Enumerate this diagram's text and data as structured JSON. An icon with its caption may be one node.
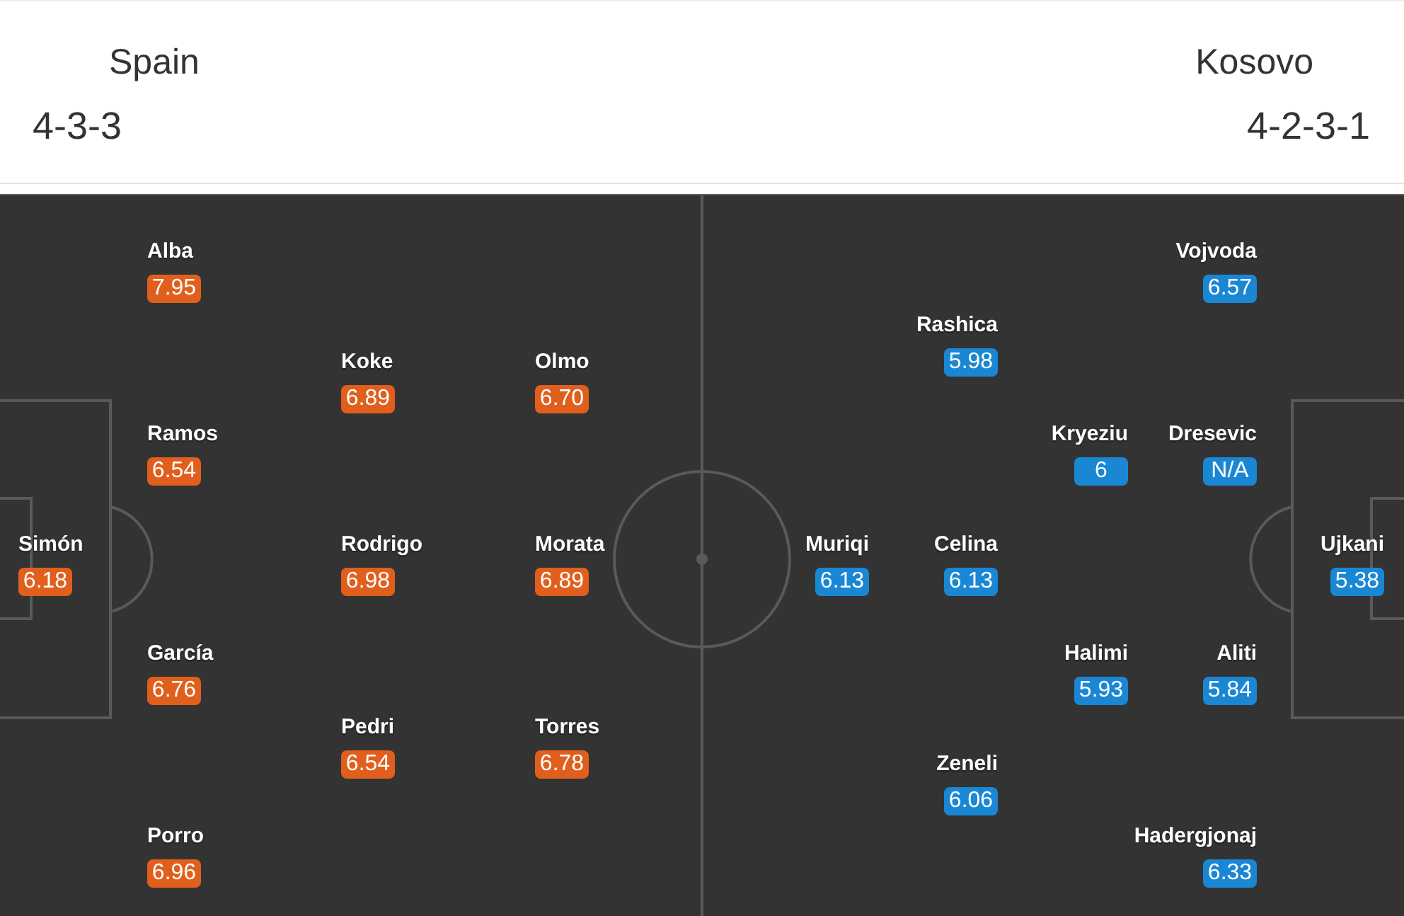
{
  "diagram": {
    "nodes": [
      {
        "text": [],
        "shape": "box"
      },
      {
        "text": [
          "Simón",
          "6.18"
        ],
        "in": 0
      },
      {
        "text": [
          "Alba",
          "7.95"
        ],
        "in": 0
      },
      {
        "text": [
          "Ramos",
          "6.54"
        ],
        "in": 0
      },
      {
        "text": [
          "García",
          "6.76"
        ],
        "in": 0
      },
      {
        "text": [
          "Porro",
          "6.96"
        ],
        "in": 0
      },
      {
        "text": [
          "Koke",
          "6.89"
        ],
        "in": 0
      },
      {
        "text": [
          "Rodrigo",
          "6.98"
        ],
        "in": 0
      },
      {
        "text": [
          "Pedri",
          "6.54"
        ],
        "in": 0
      },
      {
        "text": [
          "Olmo",
          "6.70"
        ],
        "in": 0
      },
      {
        "text": [
          "Morata",
          "6.89"
        ],
        "in": 0
      },
      {
        "text": [
          "Torres",
          "6.78"
        ],
        "in": 0
      },
      {
        "text": [],
        "shape": "box"
      },
      {
        "text": [
          "Muriqi",
          "6.13"
        ],
        "in": 12
      },
      {
        "text": [
          "Rashica",
          "5.98"
        ],
        "in": 12
      },
      {
        "text": [
          "Celina",
          "6.13"
        ],
        "in": 12
      },
      {
        "text": [
          "Zeneli",
          "6.06"
        ],
        "in": 12
      },
      {
        "text": [
          "Kryeziu",
          "6"
        ],
        "in": 12
      },
      {
        "text": [
          "Halimi",
          "5.93"
        ],
        "in": 12
      },
      {
        "text": [
          "Vojvoda",
          "6.57"
        ],
        "in": 12
      },
      {
        "text": [
          "Dresevic",
          "N/A"
        ],
        "in": 12
      },
      {
        "text": [
          "Aliti",
          "5.84"
        ],
        "in": 12
      },
      {
        "text": [
          "Hadergjonaj",
          "6.33"
        ],
        "in": 12
      },
      {
        "text": [
          "Ujkani",
          "5.38"
        ],
        "in": 12
      }
    ],
    "labels": [
      "Spain",
      "4-3-3",
      "Kosovo",
      "4-2-3-1"
    ]
  }
}
